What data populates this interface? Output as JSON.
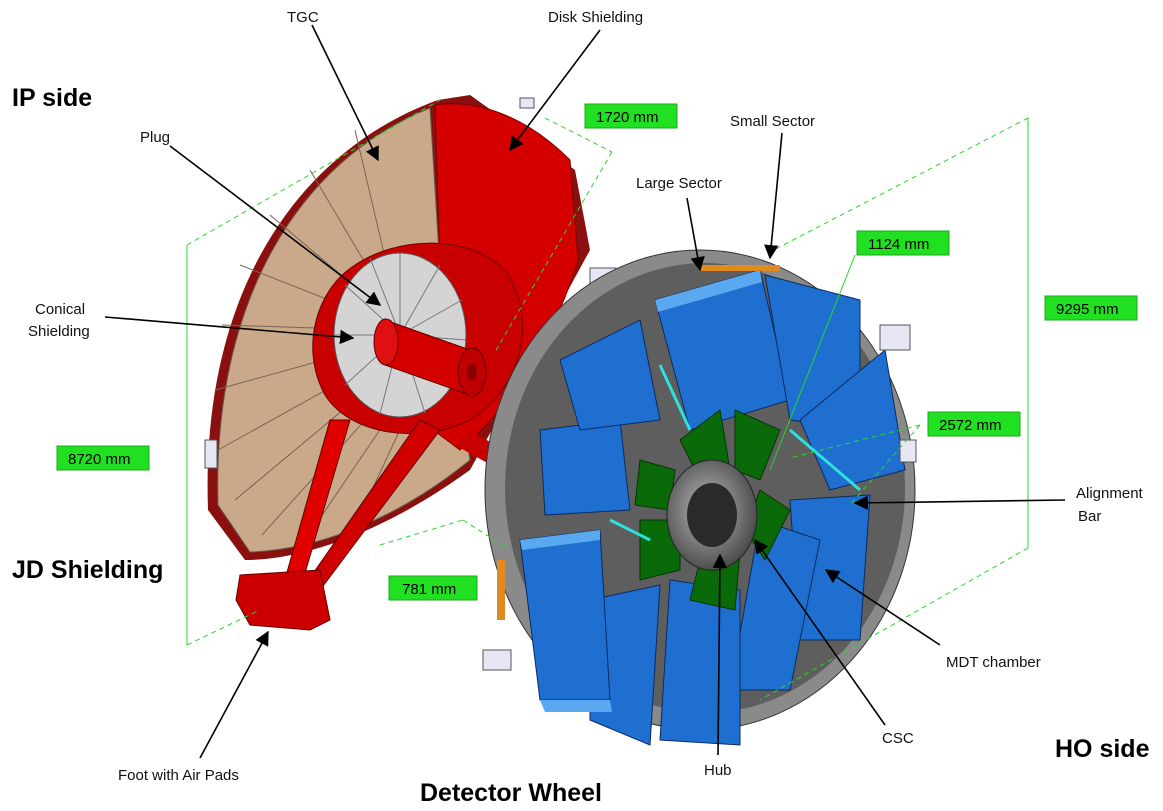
{
  "sides": {
    "ip": "IP side",
    "ho": "HO side",
    "jd": "JD Shielding",
    "wheel": "Detector Wheel"
  },
  "labels": {
    "tgc": "TGC",
    "disk_shielding": "Disk Shielding",
    "plug": "Plug",
    "conical_1": "Conical",
    "conical_2": "Shielding",
    "small_sector": "Small Sector",
    "large_sector": "Large Sector",
    "alignment_1": "Alignment",
    "alignment_2": "Bar",
    "mdt": "MDT chamber",
    "csc": "CSC",
    "hub": "Hub",
    "foot": "Foot with Air Pads"
  },
  "dimensions": {
    "d1720": "1720 mm",
    "d1124": "1124 mm",
    "d9295": "9295 mm",
    "d2572": "2572 mm",
    "d8720": "8720 mm",
    "d781": "781 mm"
  },
  "colors": {
    "shielding_red": "#c80000",
    "tgc_tan": "#c9a98a",
    "mdt_blue": "#1f6fd0",
    "csc_green": "#0a6a0a",
    "dimension_green": "#21e021"
  }
}
